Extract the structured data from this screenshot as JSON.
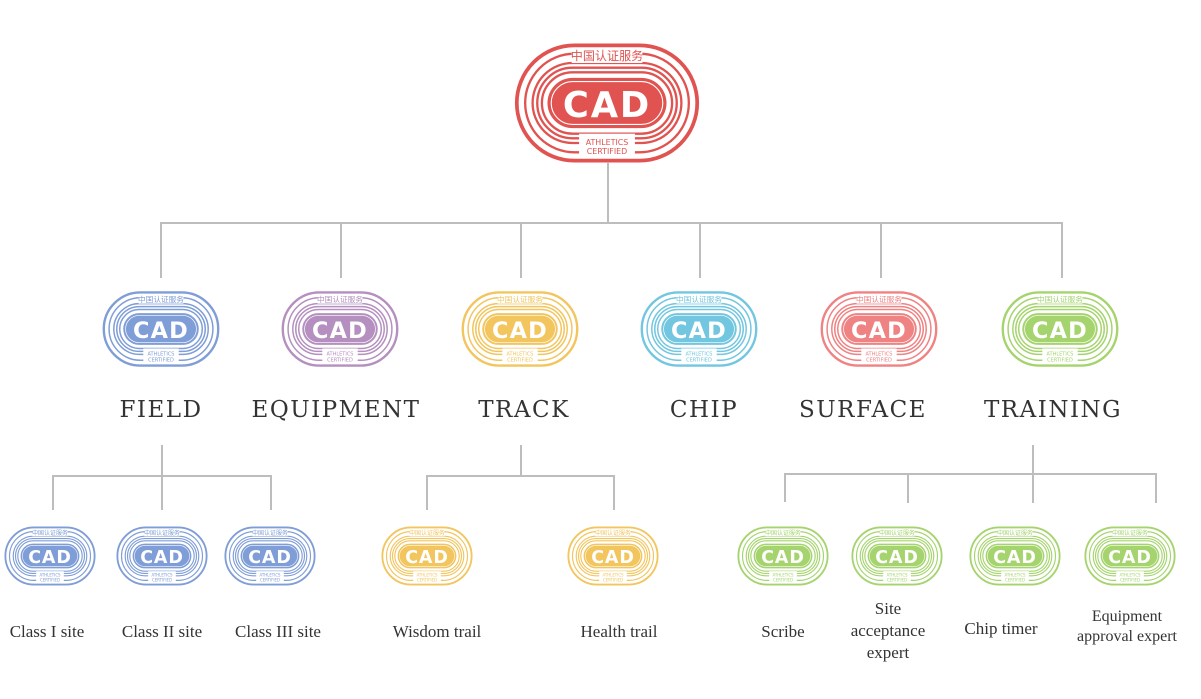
{
  "root": {
    "logo_top_text": "中国认证服务",
    "logo_mark": "CAD",
    "logo_bottom_text": [
      "ATHLETICS",
      "CERTIFIED"
    ],
    "color": "#e05350"
  },
  "categories": [
    {
      "label": "FIELD",
      "color": "#7f9dd6"
    },
    {
      "label": "EQUIPMENT",
      "color": "#b48fbf"
    },
    {
      "label": "TRACK",
      "color": "#f2c55e"
    },
    {
      "label": "CHIP",
      "color": "#72c6e0"
    },
    {
      "label": "SURFACE",
      "color": "#ef8282"
    },
    {
      "label": "TRAINING",
      "color": "#a5d46e"
    }
  ],
  "subitems": [
    {
      "label": "Class I site",
      "parent": "FIELD",
      "color": "#7f9dd6"
    },
    {
      "label": "Class II site",
      "parent": "FIELD",
      "color": "#7f9dd6"
    },
    {
      "label": "Class III site",
      "parent": "FIELD",
      "color": "#7f9dd6"
    },
    {
      "label": "Wisdom trail",
      "parent": "TRACK",
      "color": "#f2c55e"
    },
    {
      "label": "Health trail",
      "parent": "TRACK",
      "color": "#f2c55e"
    },
    {
      "label": "Scribe",
      "parent": "TRAINING",
      "color": "#a5d46e"
    },
    {
      "label": "Site acceptance expert",
      "parent": "TRAINING",
      "color": "#a5d46e"
    },
    {
      "label": "Chip timer",
      "parent": "TRAINING",
      "color": "#a5d46e"
    },
    {
      "label": "Equipment approval expert",
      "parent": "TRAINING",
      "color": "#a5d46e"
    }
  ]
}
